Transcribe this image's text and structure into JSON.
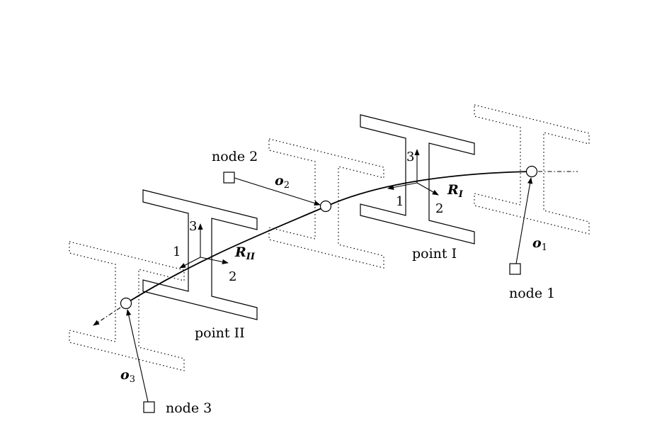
{
  "labels": {
    "node1": "node 1",
    "node2": "node 2",
    "node3": "node 3",
    "point_I": "point I",
    "point_II": "point II",
    "o1_base": "o",
    "o1_sub": "1",
    "o2_base": "o",
    "o2_sub": "2",
    "o3_base": "o",
    "o3_sub": "3",
    "RI_base": "R",
    "RI_sub": "I",
    "RII_base": "R",
    "RII_sub": "II",
    "axis_1": "1",
    "axis_2": "2",
    "axis_3": "3"
  }
}
